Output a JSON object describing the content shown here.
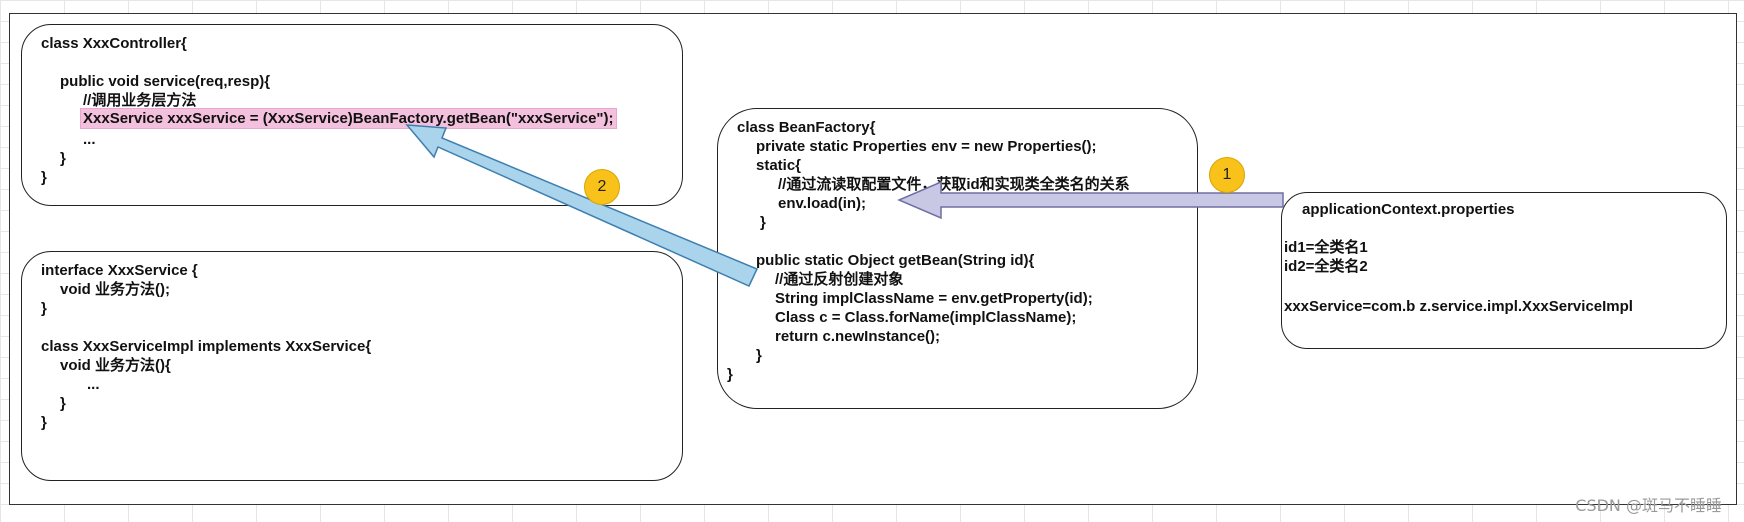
{
  "controller": {
    "lines": [
      "class XxxController{",
      "public void service(req,resp){",
      "//调用业务层方法",
      "XxxService xxxService = (XxxService)BeanFactory.getBean(\"xxxService\");",
      "...",
      "}",
      "}"
    ]
  },
  "service": {
    "lines": [
      "interface XxxService {",
      "void 业务方法();",
      "}",
      "class XxxServiceImpl implements XxxService{",
      "void 业务方法(){",
      "...",
      "}",
      "}"
    ]
  },
  "factory": {
    "lines": [
      "class BeanFactory{",
      "private static Properties env = new Properties();",
      "static{",
      "//通过流读取配置文件，获取id和实现类全类名的关系",
      "env.load(in);",
      "}",
      "public static Object getBean(String id){",
      "//通过反射创建对象",
      "String implClassName = env.getProperty(id);",
      "Class c = Class.forName(implClassName);",
      "return c.newInstance();",
      "}",
      "}"
    ]
  },
  "properties": {
    "lines": [
      "applicationContext.properties",
      "id1=全类名1",
      "id2=全类名2",
      "xxxService=com.b z.service.impl.XxxServiceImpl"
    ]
  },
  "badges": {
    "one": "1",
    "two": "2"
  },
  "watermark": "CSDN @斑马不睡睡",
  "colors": {
    "highlight": "#f3c1dd",
    "arrow_blue": "#a9d4ec",
    "arrow_lavender": "#c9c8e4",
    "badge": "#f9c21a"
  }
}
